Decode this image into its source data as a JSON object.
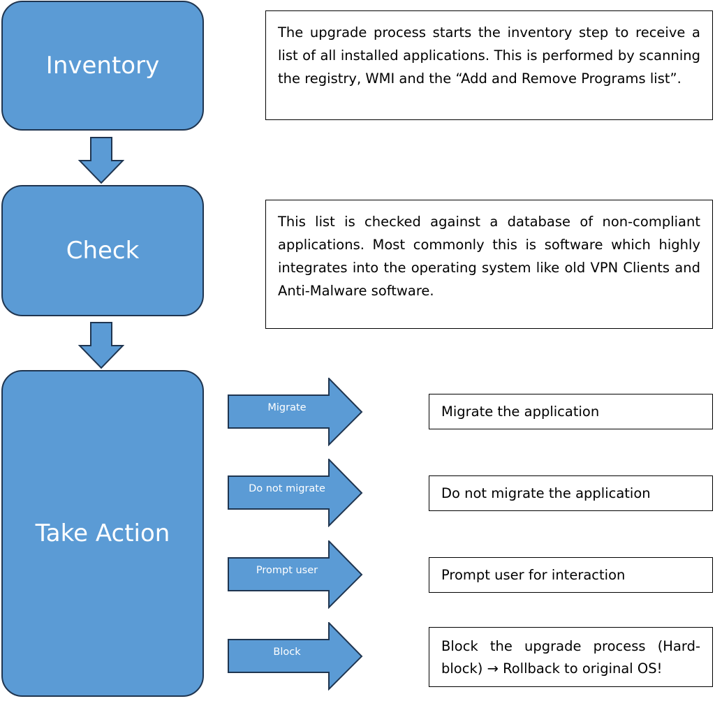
{
  "steps": {
    "inventory": "Inventory",
    "check": "Check",
    "take_action": "Take Action"
  },
  "descriptions": {
    "inventory": "The upgrade process starts the inventory step to receive a list of all installed applications. This is performed by scanning the registry, WMI and the “Add and Remove Programs list”.",
    "check": "This list is checked against a database of non-compliant applications. Most commonly this is software which highly integrates into the operating system like old VPN Clients and Anti-Malware software."
  },
  "actions": [
    {
      "label": "Migrate",
      "result": "Migrate the application"
    },
    {
      "label": "Do not migrate",
      "result": "Do not migrate the application"
    },
    {
      "label": "Prompt user",
      "result": "Prompt user for interaction"
    },
    {
      "label": "Block",
      "result": "Block the upgrade process (Hard-block) → Rollback to original OS!"
    }
  ],
  "colors": {
    "box_fill": "#5b9bd5",
    "box_border": "#1f3550",
    "label_text": "#ffffff"
  }
}
